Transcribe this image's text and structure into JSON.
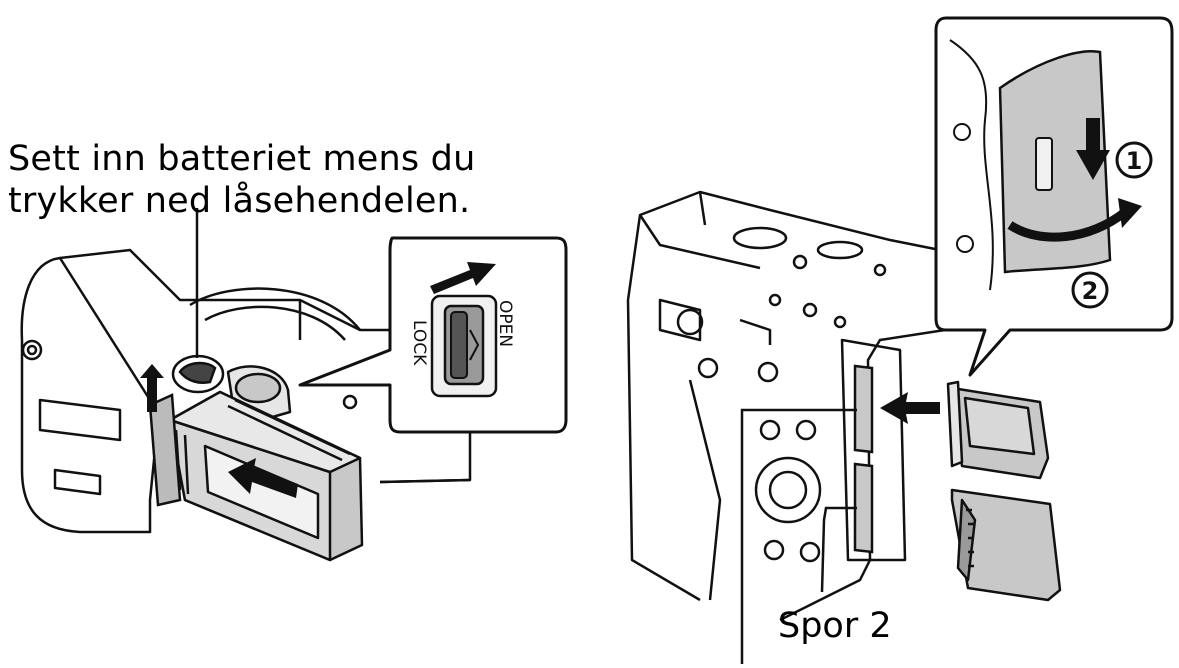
{
  "battery_instruction": {
    "line1": "Sett inn batteriet mens du",
    "line2": "trykker ned låsehendelen."
  },
  "lock_switch": {
    "lock_label": "LOCK",
    "open_label": "OPEN"
  },
  "card_cover_steps": {
    "step1": "1",
    "step2": "2"
  },
  "slot_label": "Spor 2",
  "colors": {
    "line": "#111111",
    "fill_gray": "#c8c8c8",
    "fill_light": "#e6e6e6",
    "background": "#ffffff"
  }
}
